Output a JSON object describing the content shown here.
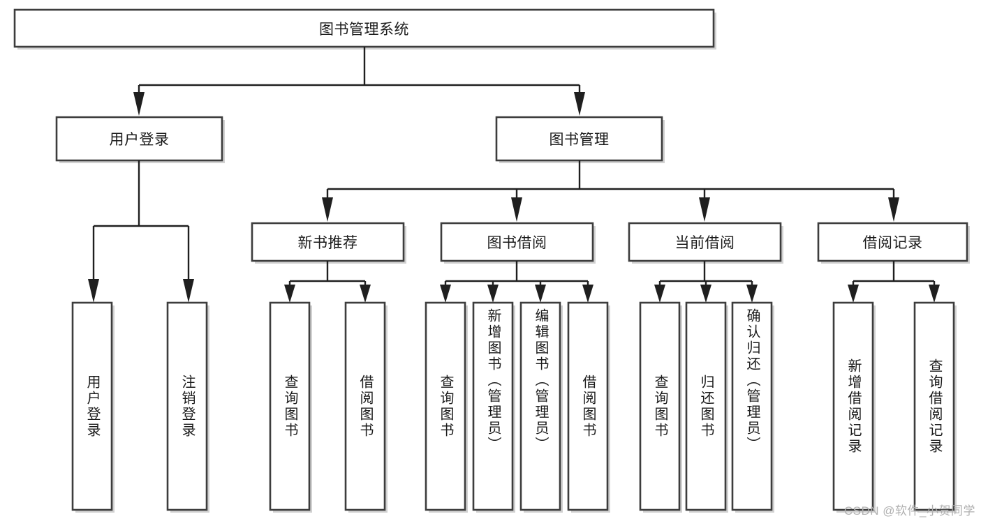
{
  "diagram": {
    "type": "tree-hierarchy-chart",
    "title": "图书管理系统",
    "colors": {
      "box_border": "#3d3d3d",
      "box_fill": "#ffffff",
      "connector": "#1f1f1f",
      "text": "#1b1b1b",
      "watermark": "#b0b0b0",
      "background": "#ffffff"
    },
    "root": {
      "label": "图书管理系统"
    },
    "level2": [
      {
        "label": "用户登录"
      },
      {
        "label": "图书管理"
      }
    ],
    "level3": [
      {
        "label": "新书推荐"
      },
      {
        "label": "图书借阅"
      },
      {
        "label": "当前借阅"
      },
      {
        "label": "借阅记录"
      }
    ],
    "leaves": {
      "user_login": [
        {
          "label": "用户登录"
        },
        {
          "label": "注销登录"
        }
      ],
      "new_book_recommend": [
        {
          "label": "查询图书"
        },
        {
          "label": "借阅图书"
        }
      ],
      "book_borrow": [
        {
          "label": "查询图书"
        },
        {
          "label": "新增图书（管理员）"
        },
        {
          "label": "编辑图书（管理员）"
        },
        {
          "label": "借阅图书"
        }
      ],
      "current_borrow": [
        {
          "label": "查询图书"
        },
        {
          "label": "归还图书"
        },
        {
          "label": "确认归还（管理员）"
        }
      ],
      "borrow_record": [
        {
          "label": "新增借阅记录"
        },
        {
          "label": "查询借阅记录"
        }
      ]
    }
  },
  "watermark": {
    "text": "CSDN @软件_小贺同学"
  }
}
